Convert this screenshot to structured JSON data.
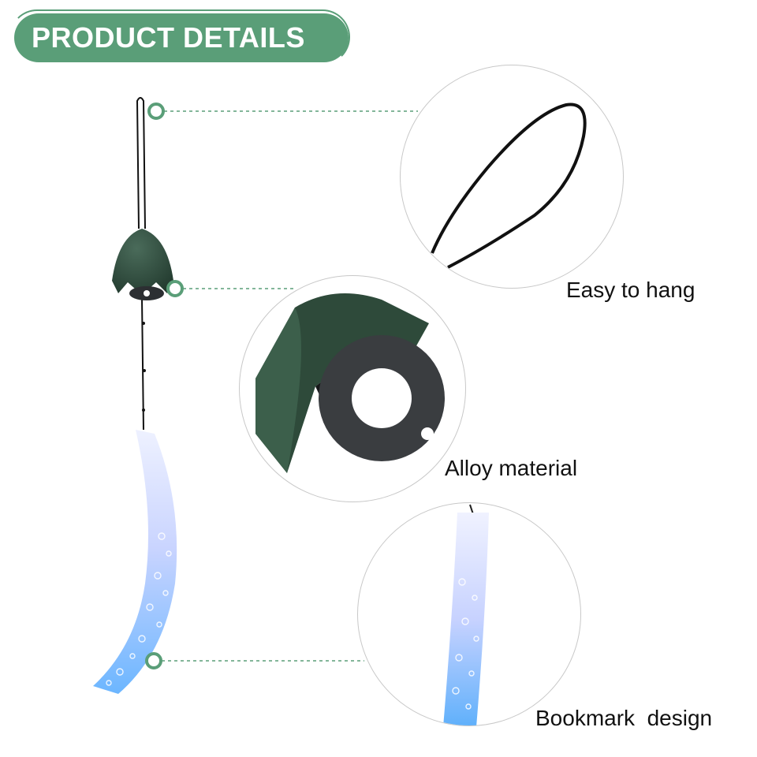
{
  "header": {
    "title": "PRODUCT DETAILS"
  },
  "features": [
    {
      "label": "Easy to hang"
    },
    {
      "label": "Alloy material"
    },
    {
      "label": "Bookmark  design"
    }
  ],
  "colors": {
    "accent": "#5a9e78",
    "bell": "#2f4a3c",
    "clapper": "#3a3d40",
    "strip_top": "#e6ecff",
    "strip_bottom": "#6fb3ff"
  }
}
